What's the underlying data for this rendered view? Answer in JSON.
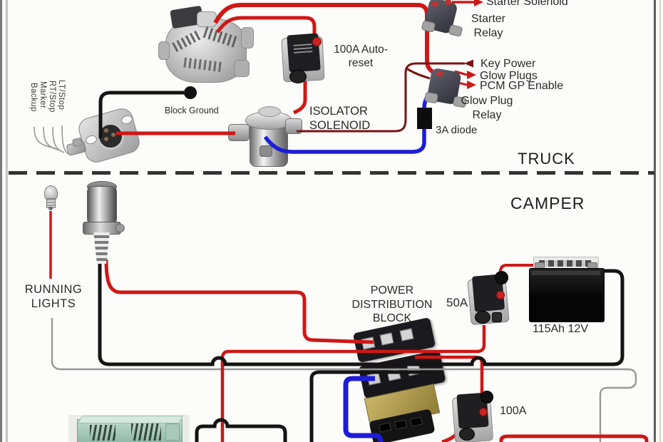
{
  "sections": {
    "truck_label": "TRUCK",
    "camper_label": "CAMPER"
  },
  "truck": {
    "starter_solenoid_label": "Starter Solenoid",
    "starter_relay_label": "Starter Relay",
    "key_power_label": "Key Power",
    "glow_plugs_label": "Glow Plugs",
    "pcm_gp_enable_label": "PCM GP Enable",
    "glow_plug_relay_label": "Glow Plug Relay",
    "breaker_label": "100A Auto-reset",
    "isolator_label": "ISOLATOR SOLENOID",
    "diode_label": "3A diode",
    "block_ground_label": "Block Ground",
    "pins": [
      "Backup",
      "Marker",
      "RT/Stop",
      "LT/Stop"
    ]
  },
  "camper": {
    "running_lights_label": "RUNNING LIGHTS",
    "pdb_label": "POWER DISTRIBUTION BLOCK",
    "breaker_50_label": "50A",
    "breaker_100_label": "100A",
    "battery_label": "115Ah 12V"
  },
  "colors": {
    "wire_red": "#cf1717",
    "wire_dark_red": "#7a1212",
    "wire_black": "#141414",
    "wire_blue": "#1d1dd8",
    "wire_gray": "#979797"
  }
}
